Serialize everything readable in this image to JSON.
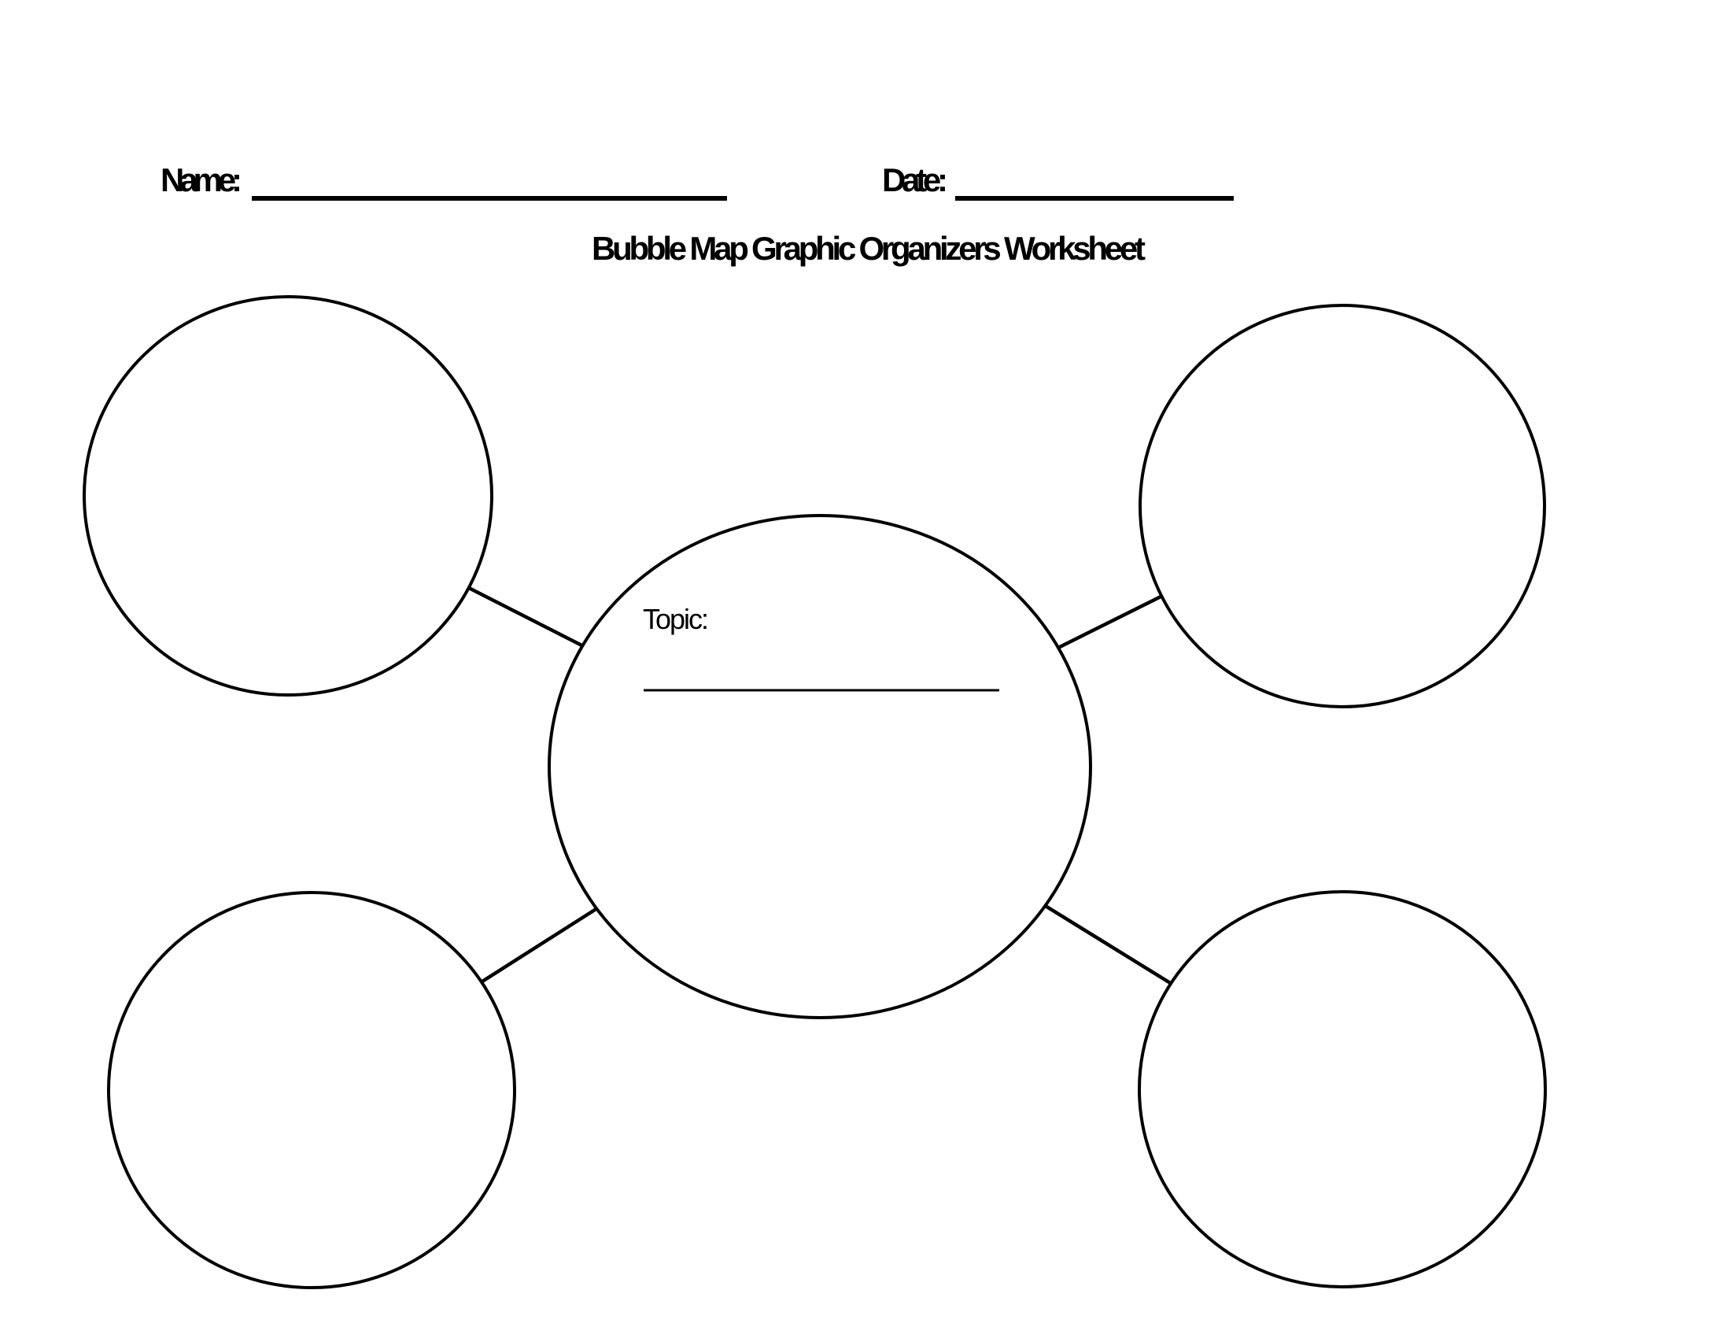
{
  "page": {
    "background_color": "#ffffff",
    "ink_color": "#000000"
  },
  "header": {
    "name_label": "Name:",
    "name_value": "",
    "date_label": "Date:",
    "date_value": ""
  },
  "title": "Bubble Map Graphic Organizers Worksheet",
  "diagram": {
    "type": "bubble-map",
    "center_bubble": {
      "topic_label": "Topic:",
      "topic_value": ""
    },
    "outer_bubbles": [
      {
        "position": "top-left",
        "value": ""
      },
      {
        "position": "top-right",
        "value": ""
      },
      {
        "position": "bottom-left",
        "value": ""
      },
      {
        "position": "bottom-right",
        "value": ""
      }
    ]
  }
}
